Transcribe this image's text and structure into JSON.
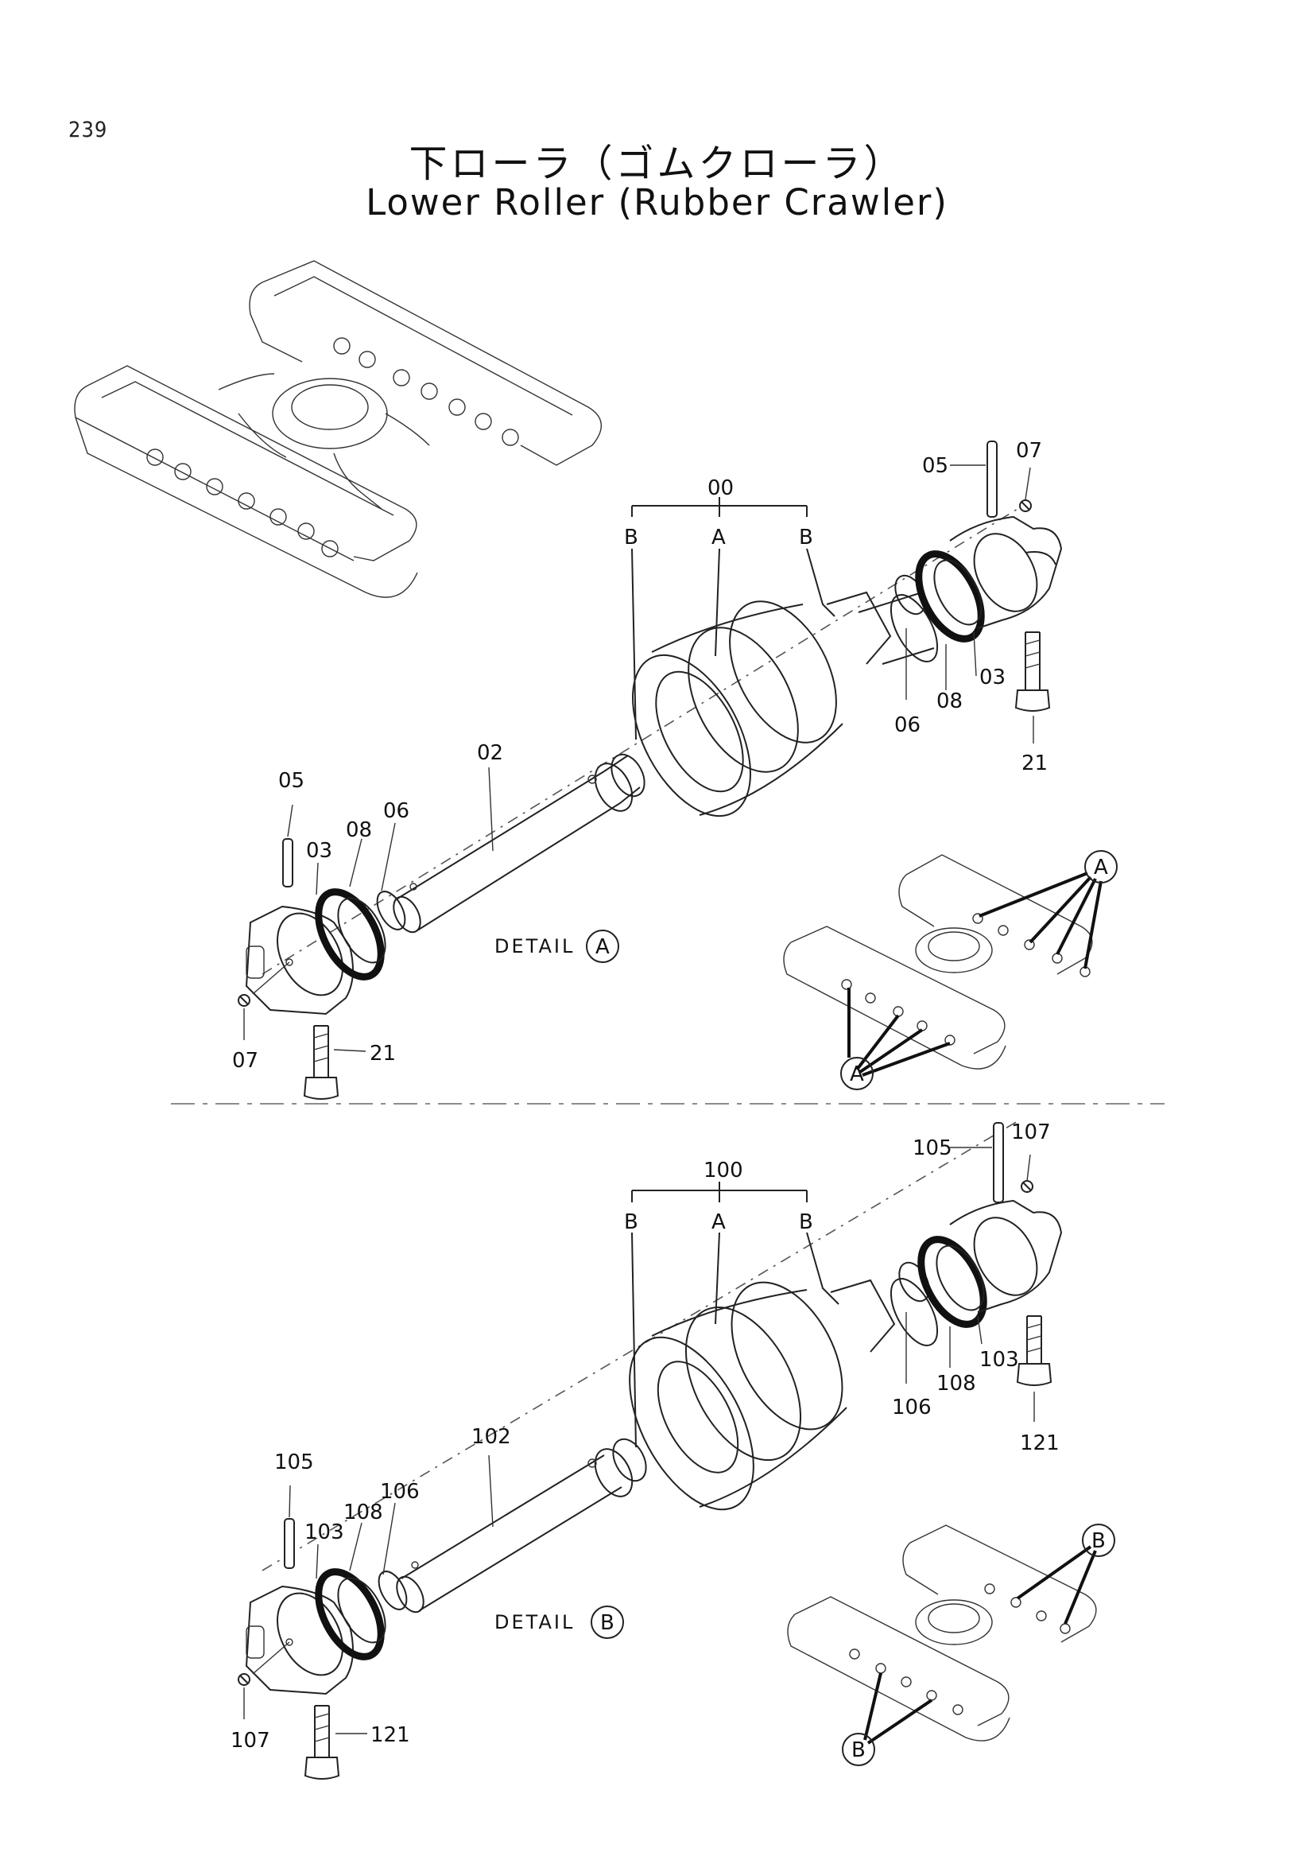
{
  "page": {
    "number": "239",
    "title_jp": "下ローラ（ゴムクローラ）",
    "title_en": "Lower Roller (Rubber Crawler)"
  },
  "section_a": {
    "assembly": "00",
    "detail_text": "DETAIL",
    "detail_letter": "A",
    "bracket_labels": [
      "B",
      "A",
      "B"
    ],
    "parts": {
      "shaft": "02",
      "collar": "03",
      "pin": "05",
      "o_ring": "06",
      "plug": "07",
      "seal": "08",
      "bolt": "21"
    },
    "callout_letter": "A"
  },
  "section_b": {
    "assembly": "100",
    "detail_text": "DETAIL",
    "detail_letter": "B",
    "bracket_labels": [
      "B",
      "A",
      "B"
    ],
    "parts": {
      "shaft": "102",
      "collar": "103",
      "pin": "105",
      "o_ring": "106",
      "plug": "107",
      "seal": "108",
      "bolt": "121"
    },
    "callout_letter": "B"
  }
}
